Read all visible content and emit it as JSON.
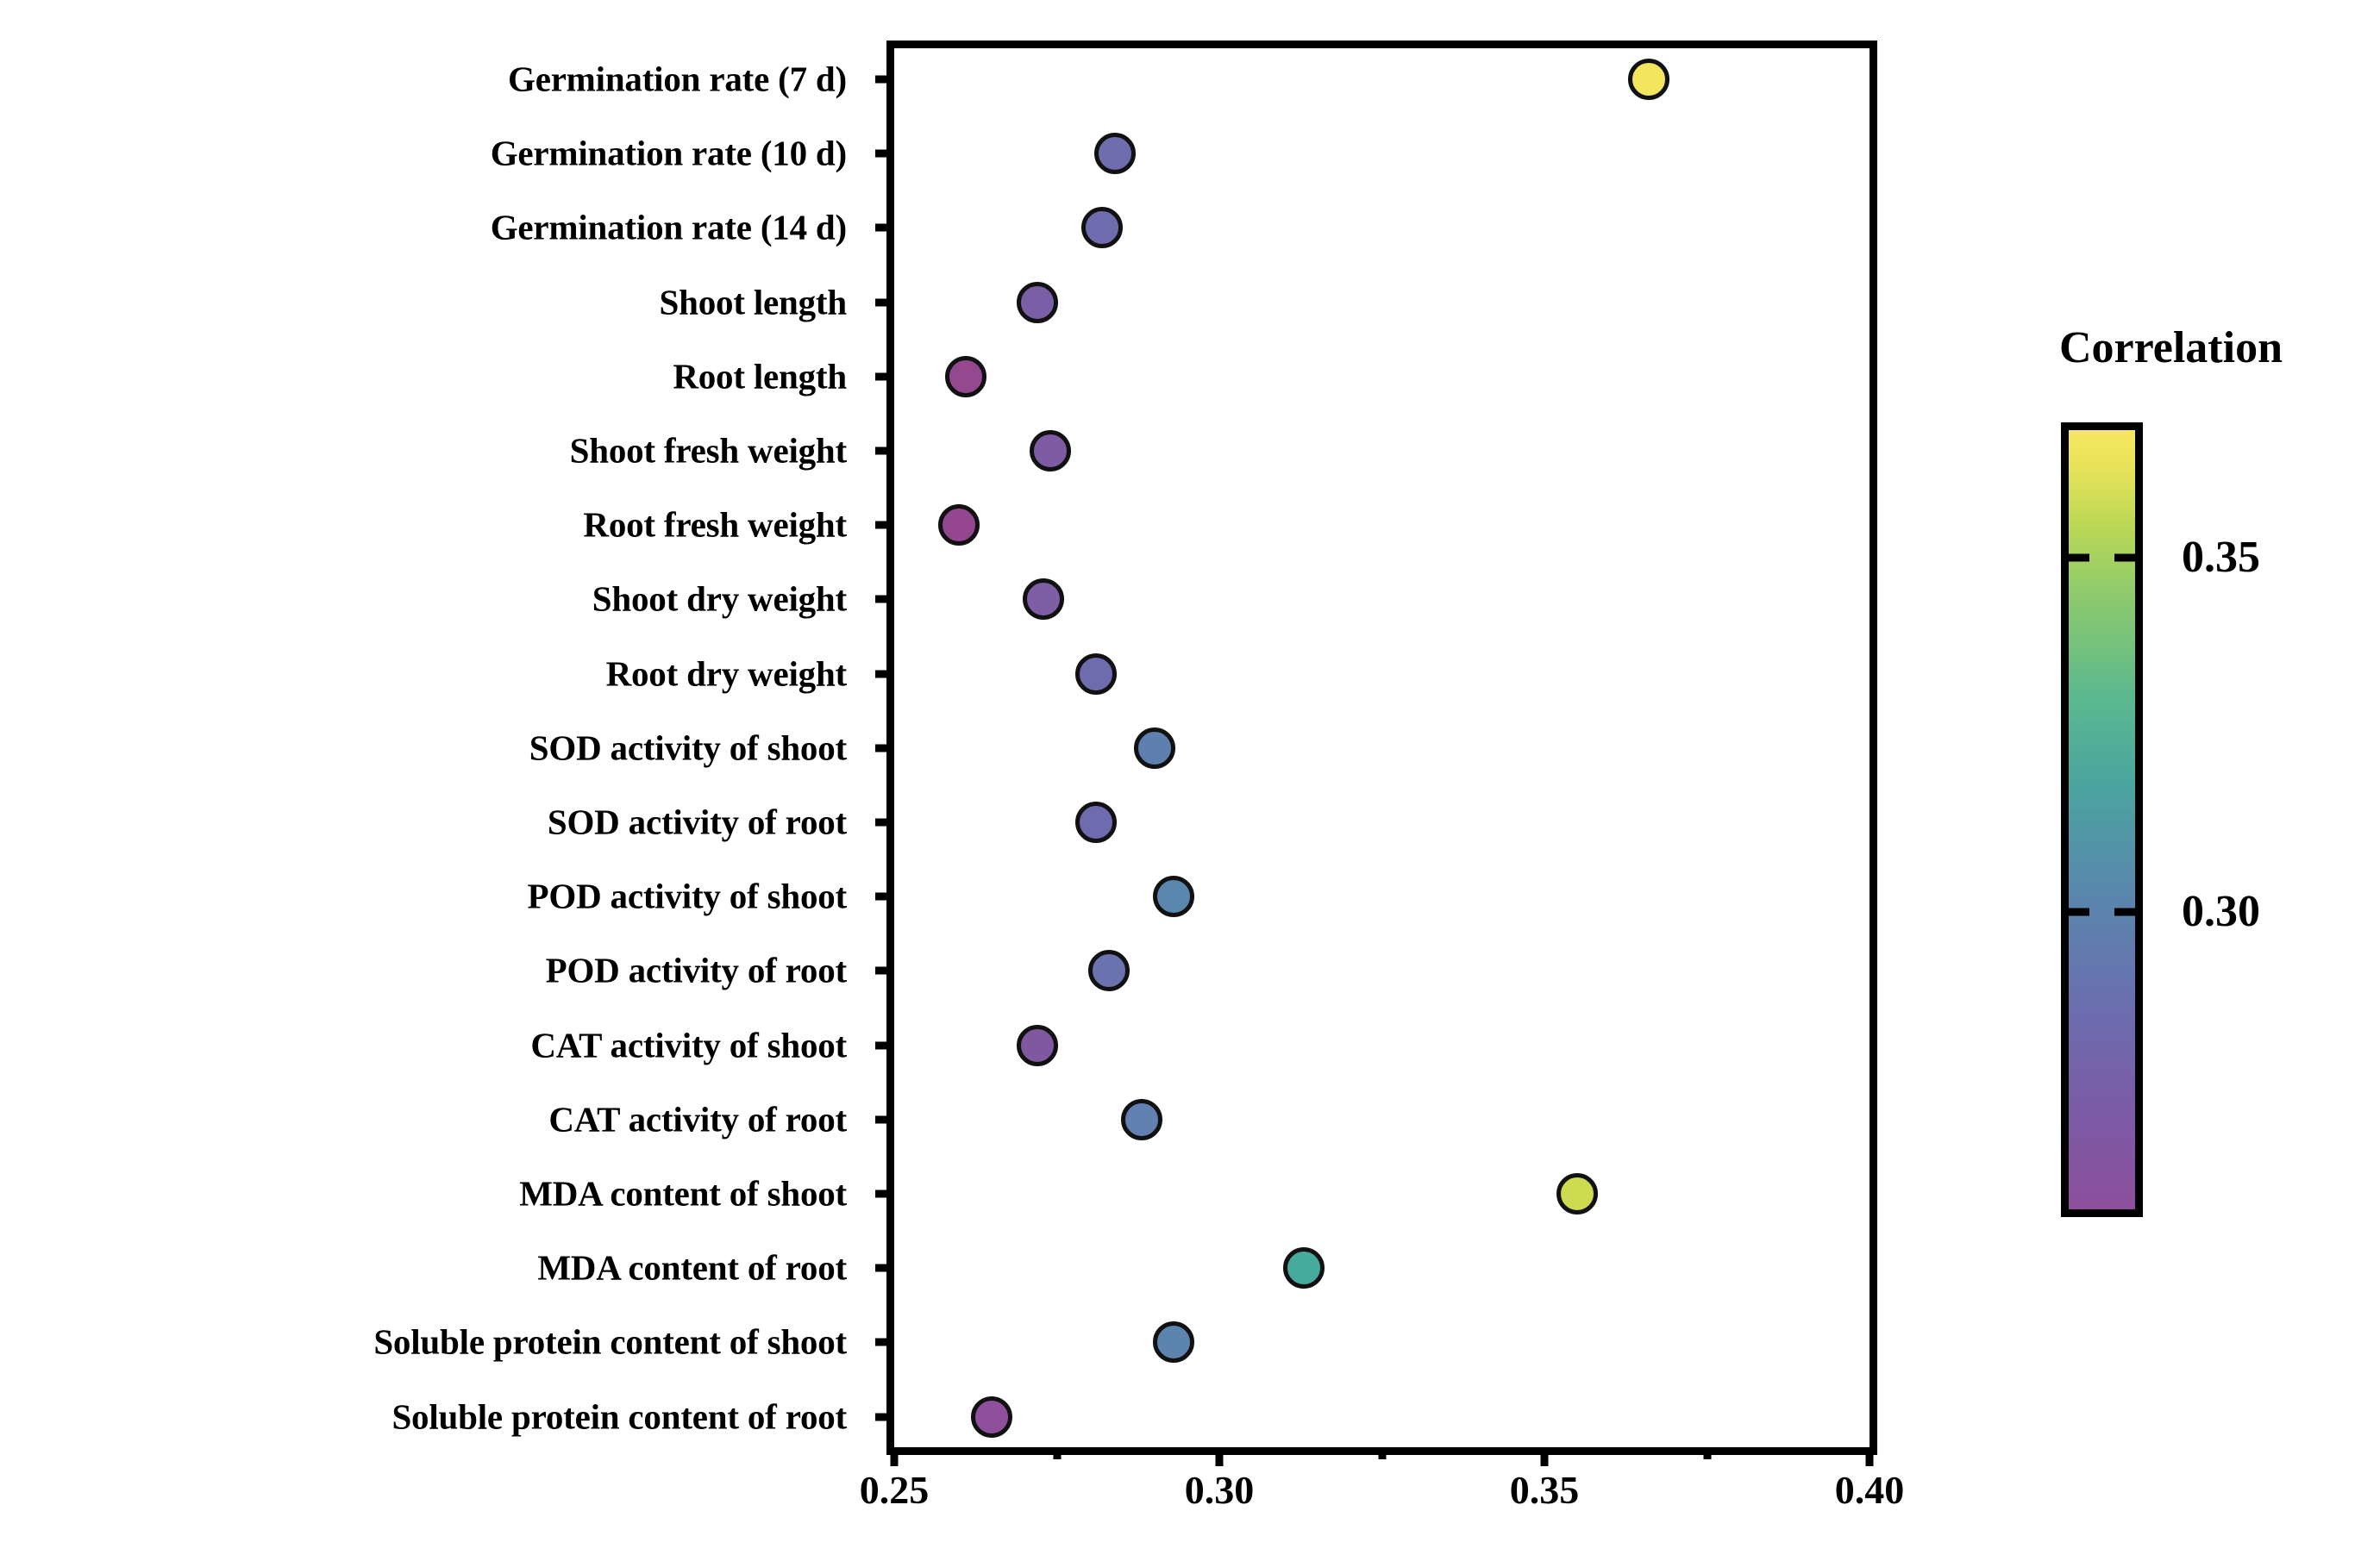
{
  "chart_data": {
    "type": "scatter",
    "title": "",
    "xlabel": "",
    "ylabel": "",
    "xlim": [
      0.25,
      0.4
    ],
    "xticks": [
      "0.25",
      "0.30",
      "0.35",
      "0.40"
    ],
    "xtick_values": [
      0.25,
      0.3,
      0.35,
      0.4
    ],
    "xminor_values": [
      0.275,
      0.325,
      0.375
    ],
    "grid": false,
    "legend": "none",
    "colorbar": {
      "title": "Correlation",
      "colormap": "viridis",
      "vmin": 0.258,
      "vmax": 0.368,
      "ticks": [
        "0.35",
        "0.30"
      ],
      "tick_values": [
        0.35,
        0.3
      ]
    },
    "categories": [
      "Germination rate (7 d)",
      "Germination rate (10 d)",
      "Germination rate (14 d)",
      "Shoot length",
      "Root length",
      "Shoot fresh weight",
      "Root fresh weight",
      "Shoot dry weight",
      "Root dry weight",
      "SOD activity of shoot",
      "SOD activity of root",
      "POD activity of shoot",
      "POD activity of root",
      "CAT activity of shoot",
      "CAT activity of root",
      "MDA content of shoot",
      "MDA content of root",
      "Soluble protein content of shoot",
      "Soluble protein content of root"
    ],
    "values": [
      0.366,
      0.284,
      0.282,
      0.272,
      0.261,
      0.274,
      0.26,
      0.273,
      0.281,
      0.29,
      0.281,
      0.293,
      0.283,
      0.272,
      0.288,
      0.355,
      0.313,
      0.293,
      0.265
    ],
    "point_colors": [
      "#f4e55e",
      "#6f6dad",
      "#6e6cae",
      "#7a5fa6",
      "#93488f",
      "#7f5ba3",
      "#94468e",
      "#7d5da4",
      "#6f6cae",
      "#5f7fb0",
      "#6e6cae",
      "#5b86ad",
      "#6a73ae",
      "#80589f",
      "#6381b0",
      "#ccdb4f",
      "#46ab9c",
      "#5d84ae",
      "#8e4f9c"
    ]
  }
}
